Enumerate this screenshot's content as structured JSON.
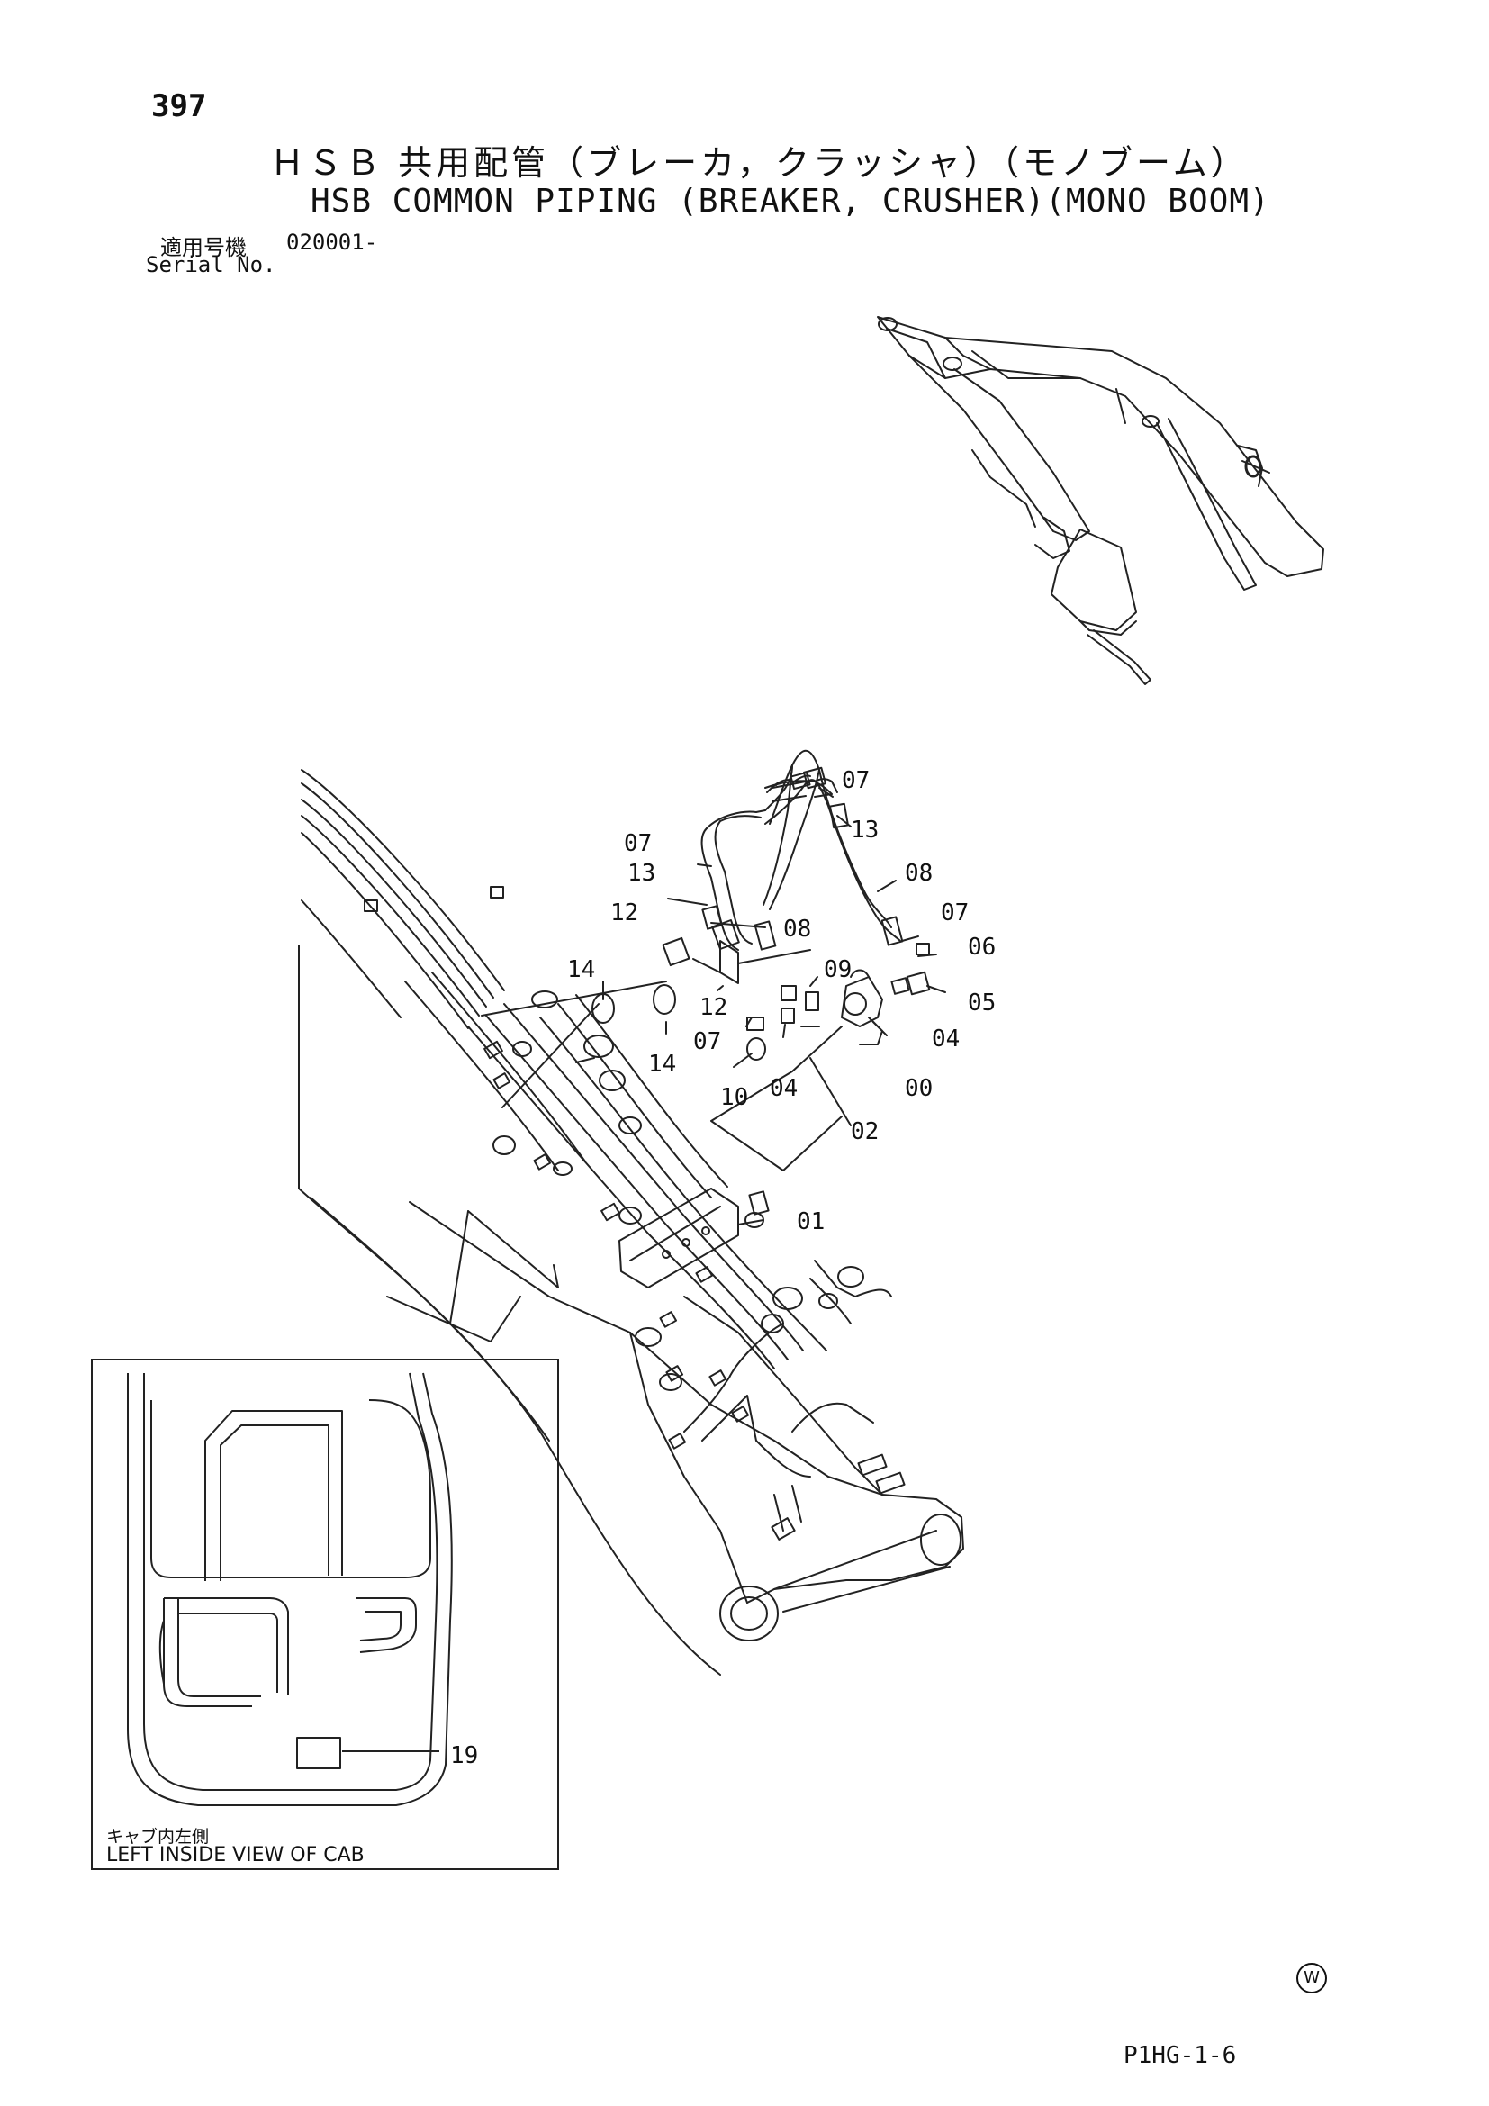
{
  "page_number": "397",
  "title_jp": "ＨＳＢ 共用配管（ブレーカ，クラッシャ）（モノブーム）",
  "title_en": "HSB COMMON PIPING (BREAKER, CRUSHER)(MONO BOOM)",
  "serial": {
    "label_jp": "適用号機",
    "value": "020001-",
    "label_en": "Serial No."
  },
  "callouts": [
    "07",
    "13",
    "08",
    "07",
    "13",
    "12",
    "08",
    "07",
    "06",
    "14",
    "09",
    "05",
    "12",
    "07",
    "04",
    "14",
    "10",
    "04",
    "00",
    "02",
    "01",
    "19"
  ],
  "inset": {
    "caption_jp": "キャブ内左側",
    "caption_en": "LEFT INSIDE VIEW OF CAB"
  },
  "mark": "W",
  "page_code": "P1HG-1-6"
}
